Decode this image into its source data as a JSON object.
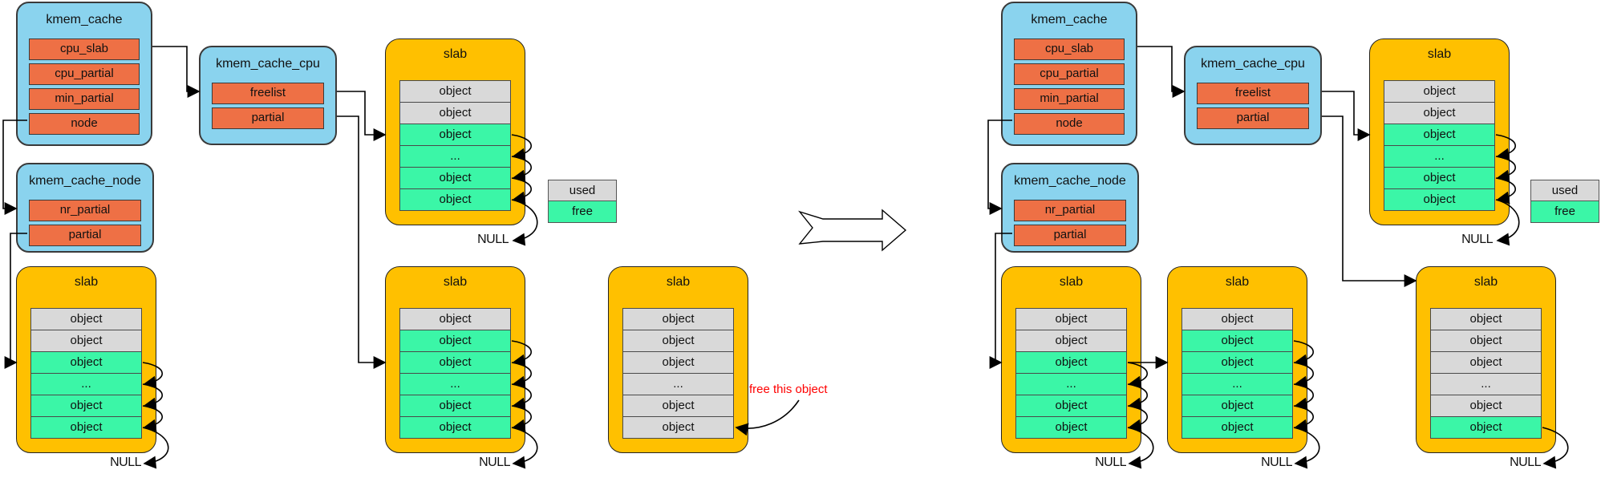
{
  "colors": {
    "blue": "#8AD3EE",
    "orange": "#EE7045",
    "yellow": "#FFC000",
    "gray": "#D9D9D9",
    "green": "#3BF6A7",
    "red": "#FF0000"
  },
  "legend": {
    "used": "used",
    "free": "free"
  },
  "labels": {
    "null": "NULL",
    "free_this_object": "free this object"
  },
  "structs": {
    "kmem_cache": {
      "title": "kmem_cache",
      "fields": [
        "cpu_slab",
        "cpu_partial",
        "min_partial",
        "node"
      ]
    },
    "kmem_cache_cpu": {
      "title": "kmem_cache_cpu",
      "fields": [
        "freelist",
        "partial"
      ]
    },
    "kmem_cache_node": {
      "title": "kmem_cache_node",
      "fields": [
        "nr_partial",
        "partial"
      ]
    }
  },
  "slabs": {
    "title": "slab",
    "instances": {
      "l_top": {
        "rows": [
          {
            "label": "object",
            "state": "used"
          },
          {
            "label": "object",
            "state": "used"
          },
          {
            "label": "object",
            "state": "free"
          },
          {
            "label": "...",
            "state": "free"
          },
          {
            "label": "object",
            "state": "free"
          },
          {
            "label": "object",
            "state": "free"
          }
        ]
      },
      "l_node": {
        "rows": [
          {
            "label": "object",
            "state": "used"
          },
          {
            "label": "object",
            "state": "used"
          },
          {
            "label": "object",
            "state": "free"
          },
          {
            "label": "...",
            "state": "free"
          },
          {
            "label": "object",
            "state": "free"
          },
          {
            "label": "object",
            "state": "free"
          }
        ]
      },
      "l_cpu_partial": {
        "rows": [
          {
            "label": "object",
            "state": "used"
          },
          {
            "label": "object",
            "state": "free"
          },
          {
            "label": "object",
            "state": "free"
          },
          {
            "label": "...",
            "state": "free"
          },
          {
            "label": "object",
            "state": "free"
          },
          {
            "label": "object",
            "state": "free"
          }
        ]
      },
      "l_full": {
        "rows": [
          {
            "label": "object",
            "state": "used"
          },
          {
            "label": "object",
            "state": "used"
          },
          {
            "label": "object",
            "state": "used"
          },
          {
            "label": "...",
            "state": "used"
          },
          {
            "label": "object",
            "state": "used"
          },
          {
            "label": "object",
            "state": "used"
          }
        ]
      },
      "r_top": {
        "rows": [
          {
            "label": "object",
            "state": "used"
          },
          {
            "label": "object",
            "state": "used"
          },
          {
            "label": "object",
            "state": "free"
          },
          {
            "label": "...",
            "state": "free"
          },
          {
            "label": "object",
            "state": "free"
          },
          {
            "label": "object",
            "state": "free"
          }
        ]
      },
      "r_node1": {
        "rows": [
          {
            "label": "object",
            "state": "used"
          },
          {
            "label": "object",
            "state": "used"
          },
          {
            "label": "object",
            "state": "free"
          },
          {
            "label": "...",
            "state": "free"
          },
          {
            "label": "object",
            "state": "free"
          },
          {
            "label": "object",
            "state": "free"
          }
        ]
      },
      "r_node2": {
        "rows": [
          {
            "label": "object",
            "state": "used"
          },
          {
            "label": "object",
            "state": "free"
          },
          {
            "label": "object",
            "state": "free"
          },
          {
            "label": "...",
            "state": "free"
          },
          {
            "label": "object",
            "state": "free"
          },
          {
            "label": "object",
            "state": "free"
          }
        ]
      },
      "r_freed": {
        "rows": [
          {
            "label": "object",
            "state": "used"
          },
          {
            "label": "object",
            "state": "used"
          },
          {
            "label": "object",
            "state": "used"
          },
          {
            "label": "...",
            "state": "used"
          },
          {
            "label": "object",
            "state": "used"
          },
          {
            "label": "object",
            "state": "free"
          }
        ]
      }
    }
  }
}
